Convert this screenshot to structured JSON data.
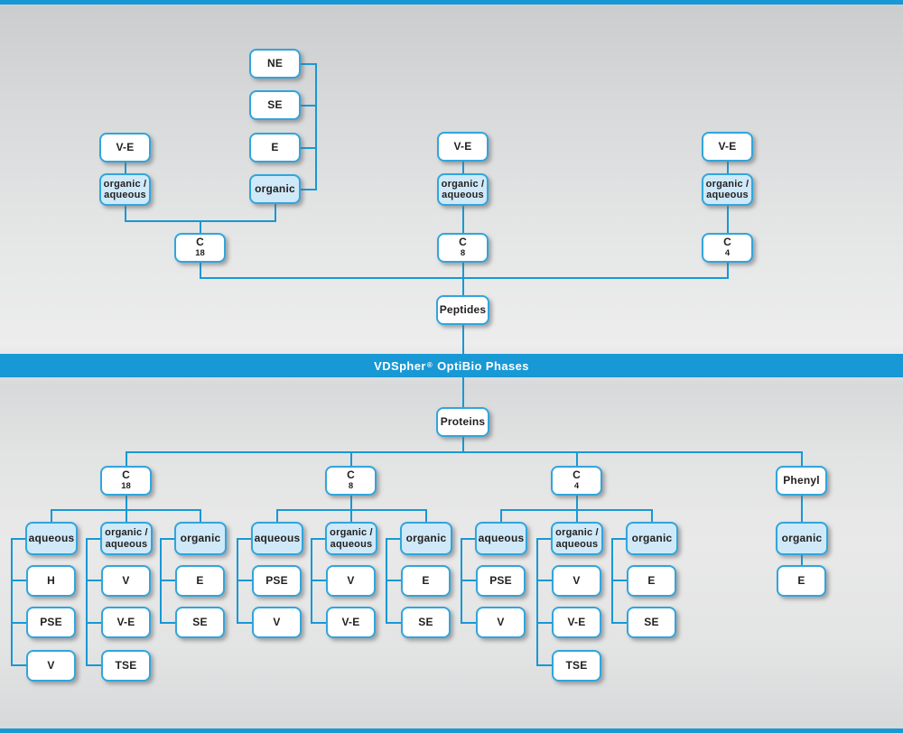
{
  "colors": {
    "accent": "#1898d5",
    "box_border": "#31a5dc",
    "highlight_fill": "#cfe9f8",
    "text": "#242021"
  },
  "banner": {
    "brand": "VDSpher",
    "reg": "®",
    "rest": "OptiBio Phases"
  },
  "peptides": {
    "root": "Peptides",
    "side_chain": {
      "ne": "NE",
      "se": "SE",
      "e": "E",
      "organic": "organic"
    },
    "c18": {
      "ve": "V-E",
      "orgaq1": "organic /",
      "orgaq2": "aqueous",
      "phase": "C18"
    },
    "c8": {
      "ve": "V-E",
      "orgaq1": "organic /",
      "orgaq2": "aqueous",
      "phase": "C8"
    },
    "c4": {
      "ve": "V-E",
      "orgaq1": "organic /",
      "orgaq2": "aqueous",
      "phase": "C4"
    }
  },
  "proteins": {
    "root": "Proteins",
    "c18": {
      "phase": "C18",
      "aqueous": {
        "label": "aqueous",
        "children": [
          "H",
          "PSE",
          "V"
        ]
      },
      "orgaq": {
        "label1": "organic /",
        "label2": "aqueous",
        "children": [
          "V",
          "V-E",
          "TSE"
        ]
      },
      "organic": {
        "label": "organic",
        "children": [
          "E",
          "SE"
        ]
      }
    },
    "c8": {
      "phase": "C8",
      "aqueous": {
        "label": "aqueous",
        "children": [
          "PSE",
          "V"
        ]
      },
      "orgaq": {
        "label1": "organic /",
        "label2": "aqueous",
        "children": [
          "V",
          "V-E"
        ]
      },
      "organic": {
        "label": "organic",
        "children": [
          "E",
          "SE"
        ]
      }
    },
    "c4": {
      "phase": "C4",
      "aqueous": {
        "label": "aqueous",
        "children": [
          "PSE",
          "V"
        ]
      },
      "orgaq": {
        "label1": "organic /",
        "label2": "aqueous",
        "children": [
          "V",
          "V-E",
          "TSE"
        ]
      },
      "organic": {
        "label": "organic",
        "children": [
          "E",
          "SE"
        ]
      }
    },
    "phenyl": {
      "phase": "Phenyl",
      "organic": {
        "label": "organic",
        "children": [
          "E"
        ]
      }
    }
  }
}
